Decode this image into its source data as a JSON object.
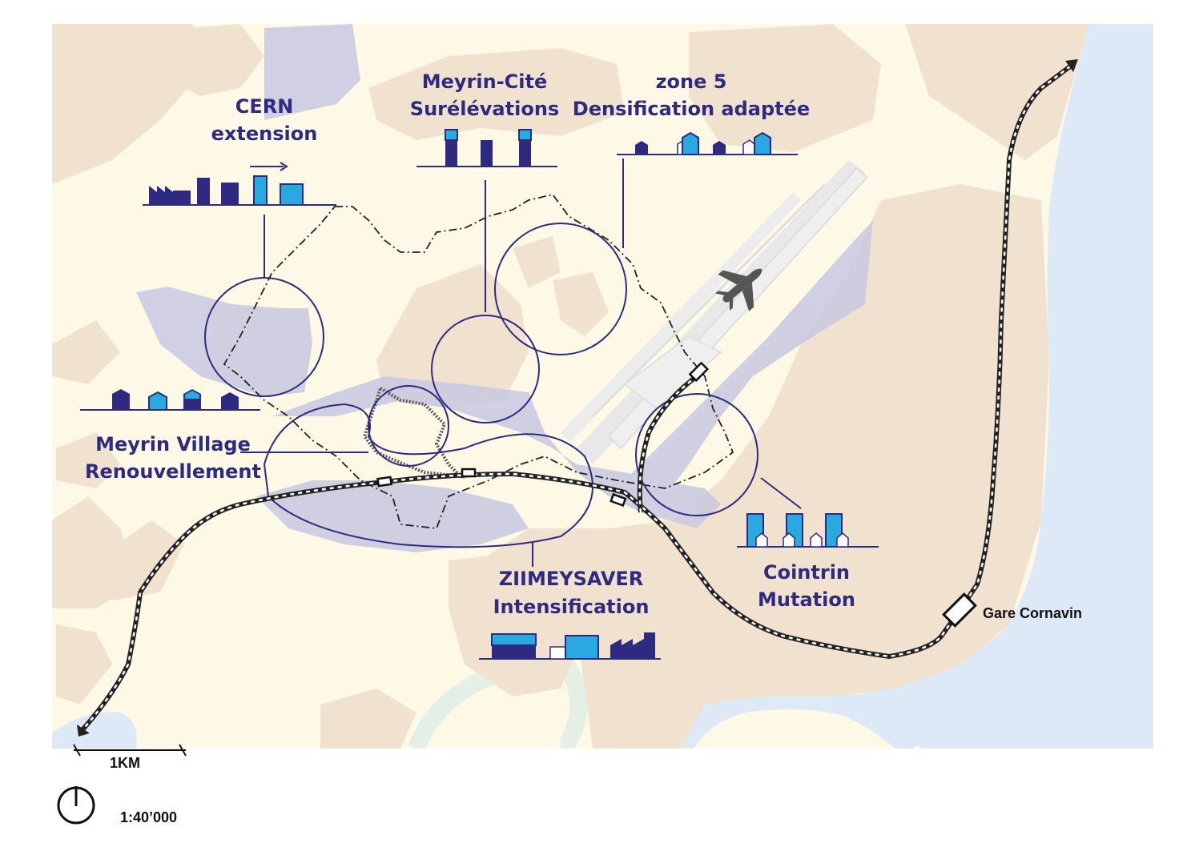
{
  "colors": {
    "background_yellow": "#fdf9e6",
    "built_beige": "#f1e2cf",
    "project_violet": "#c9c8e2",
    "water_blue": "#dde9f6",
    "river_green": "#e4efe5",
    "runway_grey": "#e8e8e8",
    "line_navy": "#2e2a80",
    "building_light_blue": "#2aa8e0",
    "railway": "#222222"
  },
  "labels": {
    "cern": [
      "CERN",
      "extension"
    ],
    "meyrin_cite": [
      "Meyrin-Cité",
      "Surélévations"
    ],
    "zone5": [
      "zone 5",
      "Densification adaptée"
    ],
    "meyrin_village": [
      "Meyrin Village",
      "Renouvellement"
    ],
    "ziimeysaver": [
      "ZIIMEYSAVER",
      "Intensification"
    ],
    "cointrin": [
      "Cointrin",
      "Mutation"
    ],
    "station": "Gare Cornavin"
  },
  "icons": {
    "airplane": "airplane-icon",
    "north": "north-arrow-icon",
    "arrow": "right-arrow-icon"
  },
  "scale_bar": {
    "label": "1KM"
  },
  "scale_ratio": "1:40’000"
}
